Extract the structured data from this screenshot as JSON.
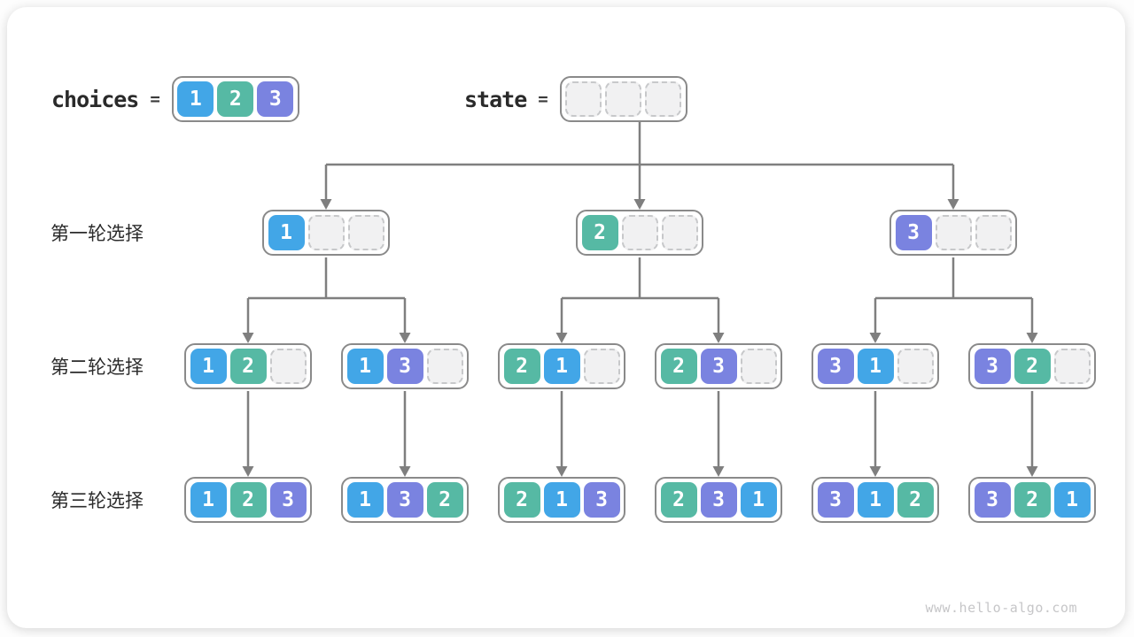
{
  "page": {
    "watermark": "www.hello-algo.com"
  },
  "palette": {
    "value_1": "#42a6e7",
    "value_2": "#56b9a4",
    "value_3": "#7a83e0",
    "empty_fill": "#f1f1f2",
    "node_border": "#8a8a8a",
    "arrow": "#7f7f7f"
  },
  "header": {
    "choices_label": "choices",
    "equals_sign": "=",
    "choices_values": [
      1,
      2,
      3
    ],
    "state_label": "state",
    "state_values": [
      null,
      null,
      null
    ]
  },
  "tree": {
    "rows": [
      {
        "label": "第一轮选择",
        "nodes": [
          [
            1,
            null,
            null
          ],
          [
            2,
            null,
            null
          ],
          [
            3,
            null,
            null
          ]
        ]
      },
      {
        "label": "第二轮选择",
        "nodes": [
          [
            1,
            2,
            null
          ],
          [
            1,
            3,
            null
          ],
          [
            2,
            1,
            null
          ],
          [
            2,
            3,
            null
          ],
          [
            3,
            1,
            null
          ],
          [
            3,
            2,
            null
          ]
        ]
      },
      {
        "label": "第三轮选择",
        "nodes": [
          [
            1,
            2,
            3
          ],
          [
            1,
            3,
            2
          ],
          [
            2,
            1,
            3
          ],
          [
            2,
            3,
            1
          ],
          [
            3,
            1,
            2
          ],
          [
            3,
            2,
            1
          ]
        ]
      }
    ]
  }
}
